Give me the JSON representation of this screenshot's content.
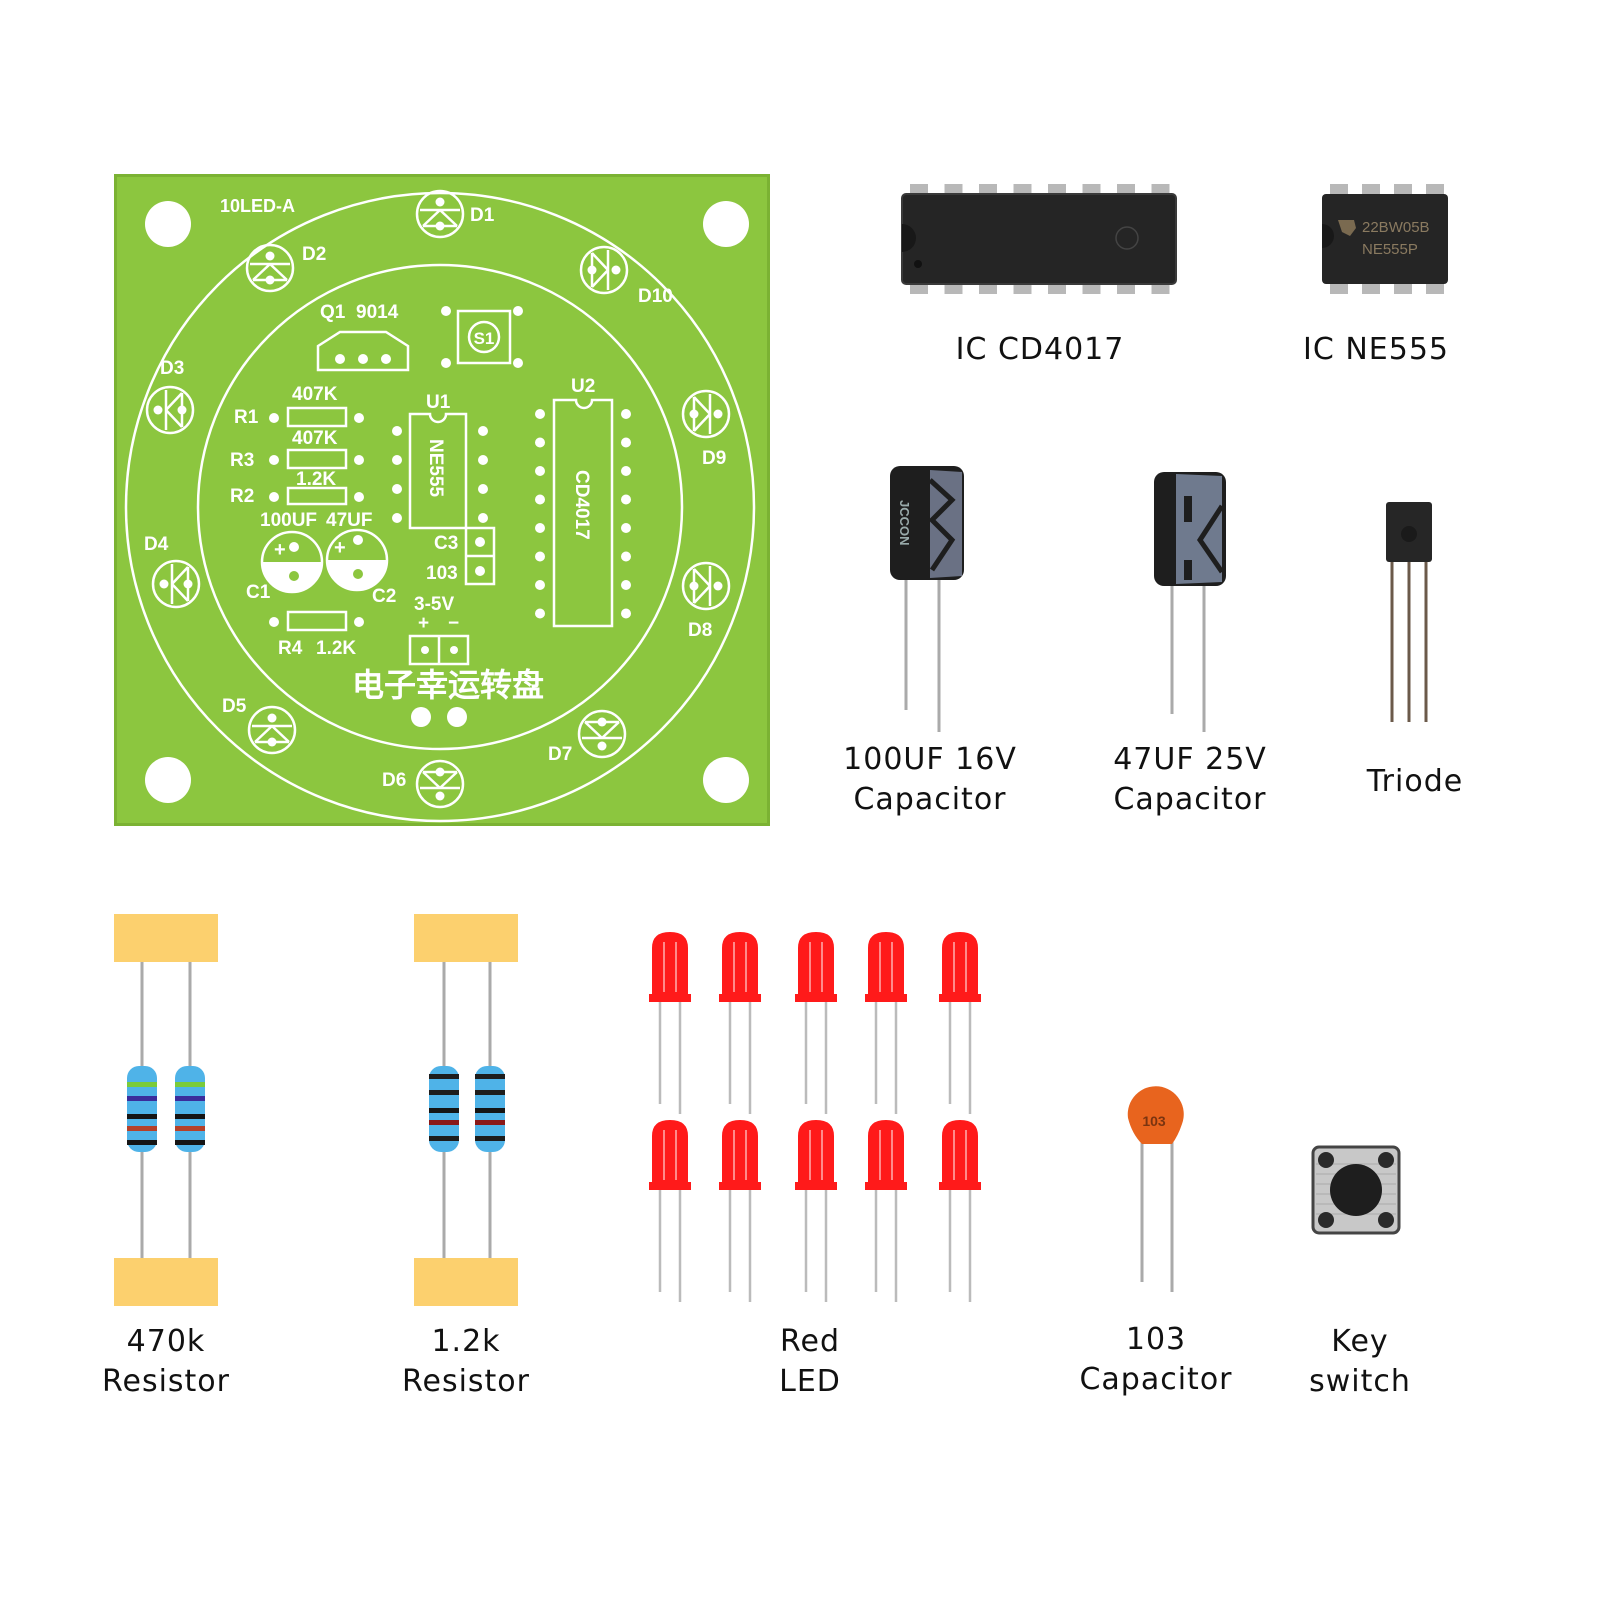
{
  "pcb": {
    "board_label": "10LED-A",
    "title_cn": "电子幸运转盘",
    "leds": [
      "D1",
      "D2",
      "D3",
      "D4",
      "D5",
      "D6",
      "D7",
      "D8",
      "D9",
      "D10"
    ],
    "q1": "Q1",
    "q1_part": "9014",
    "switch": "S1",
    "u1": "U1",
    "u1_part": "NE555",
    "u2": "U2",
    "u2_part": "CD4017",
    "r1": "R1",
    "r1_value": "407K",
    "r3": "R3",
    "r3_value": "407K",
    "r2": "R2",
    "r2_value": "1.2K",
    "r4": "R4",
    "r4_value": "1.2K",
    "c1": "C1",
    "c1_value": "100UF",
    "c2": "C2",
    "c2_value": "47UF",
    "c3": "C3",
    "c3_value": "103",
    "power": "3-5V",
    "plus": "+",
    "minus": "−",
    "cap_plus": "+",
    "colors": {
      "board": "#8cc63f",
      "silk": "#ffffff"
    }
  },
  "parts": {
    "cd4017": {
      "label": "IC CD4017"
    },
    "ne555": {
      "label": "IC NE555",
      "marking_line1": "22BW05B",
      "marking_line2": "NE555P"
    },
    "cap100": {
      "line1": "100UF 16V",
      "line2": "Capacitor",
      "brand": "JCCON"
    },
    "cap47": {
      "line1": "47UF 25V",
      "line2": "Capacitor"
    },
    "triode": {
      "label": "Triode"
    },
    "res470k": {
      "line1": "470k",
      "line2": "Resistor"
    },
    "res1k2": {
      "line1": "1.2k",
      "line2": "Resistor"
    },
    "led": {
      "line1": "Red",
      "line2": "LED",
      "count": 10,
      "color": "#ff1a1a"
    },
    "cap103": {
      "line1": "103",
      "line2": "Capacitor",
      "marking": "103",
      "color": "#e8641e"
    },
    "keyswitch": {
      "line1": "Key",
      "line2": "switch"
    }
  },
  "colors": {
    "tape": "#fcd06e",
    "resistor_body": "#4fb3e8"
  }
}
